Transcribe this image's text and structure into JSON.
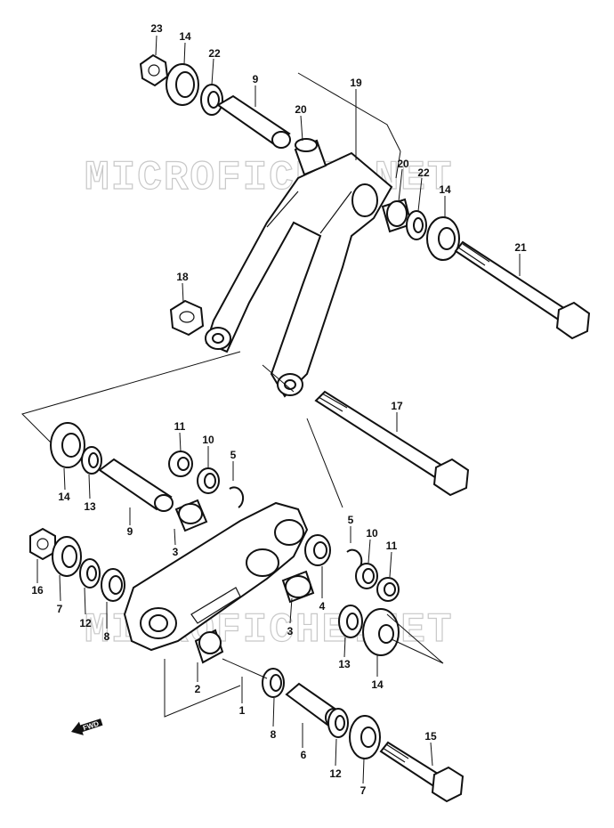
{
  "watermark": {
    "top": "MICROFICHE.NET",
    "bottom": "MICROFICHE.NET"
  },
  "direction_label": "FWD",
  "callouts": [
    {
      "id": "c23",
      "text": "23"
    },
    {
      "id": "c14a",
      "text": "14"
    },
    {
      "id": "c22a",
      "text": "22"
    },
    {
      "id": "c9a",
      "text": "9"
    },
    {
      "id": "c20a",
      "text": "20"
    },
    {
      "id": "c19",
      "text": "19"
    },
    {
      "id": "c20b",
      "text": "20"
    },
    {
      "id": "c22b",
      "text": "22"
    },
    {
      "id": "c14b",
      "text": "14"
    },
    {
      "id": "c21",
      "text": "21"
    },
    {
      "id": "c18",
      "text": "18"
    },
    {
      "id": "c17",
      "text": "17"
    },
    {
      "id": "c11a",
      "text": "11"
    },
    {
      "id": "c10a",
      "text": "10"
    },
    {
      "id": "c5a",
      "text": "5"
    },
    {
      "id": "c14c",
      "text": "14"
    },
    {
      "id": "c13a",
      "text": "13"
    },
    {
      "id": "c9b",
      "text": "9"
    },
    {
      "id": "c3a",
      "text": "3"
    },
    {
      "id": "c5b",
      "text": "5"
    },
    {
      "id": "c10b",
      "text": "10"
    },
    {
      "id": "c11b",
      "text": "11"
    },
    {
      "id": "c16",
      "text": "16"
    },
    {
      "id": "c7a",
      "text": "7"
    },
    {
      "id": "c12a",
      "text": "12"
    },
    {
      "id": "c8a",
      "text": "8"
    },
    {
      "id": "c4",
      "text": "4"
    },
    {
      "id": "c3b",
      "text": "3"
    },
    {
      "id": "c13b",
      "text": "13"
    },
    {
      "id": "c14d",
      "text": "14"
    },
    {
      "id": "c2",
      "text": "2"
    },
    {
      "id": "c1",
      "text": "1"
    },
    {
      "id": "c8b",
      "text": "8"
    },
    {
      "id": "c6",
      "text": "6"
    },
    {
      "id": "c12b",
      "text": "12"
    },
    {
      "id": "c7b",
      "text": "7"
    },
    {
      "id": "c15",
      "text": "15"
    }
  ]
}
